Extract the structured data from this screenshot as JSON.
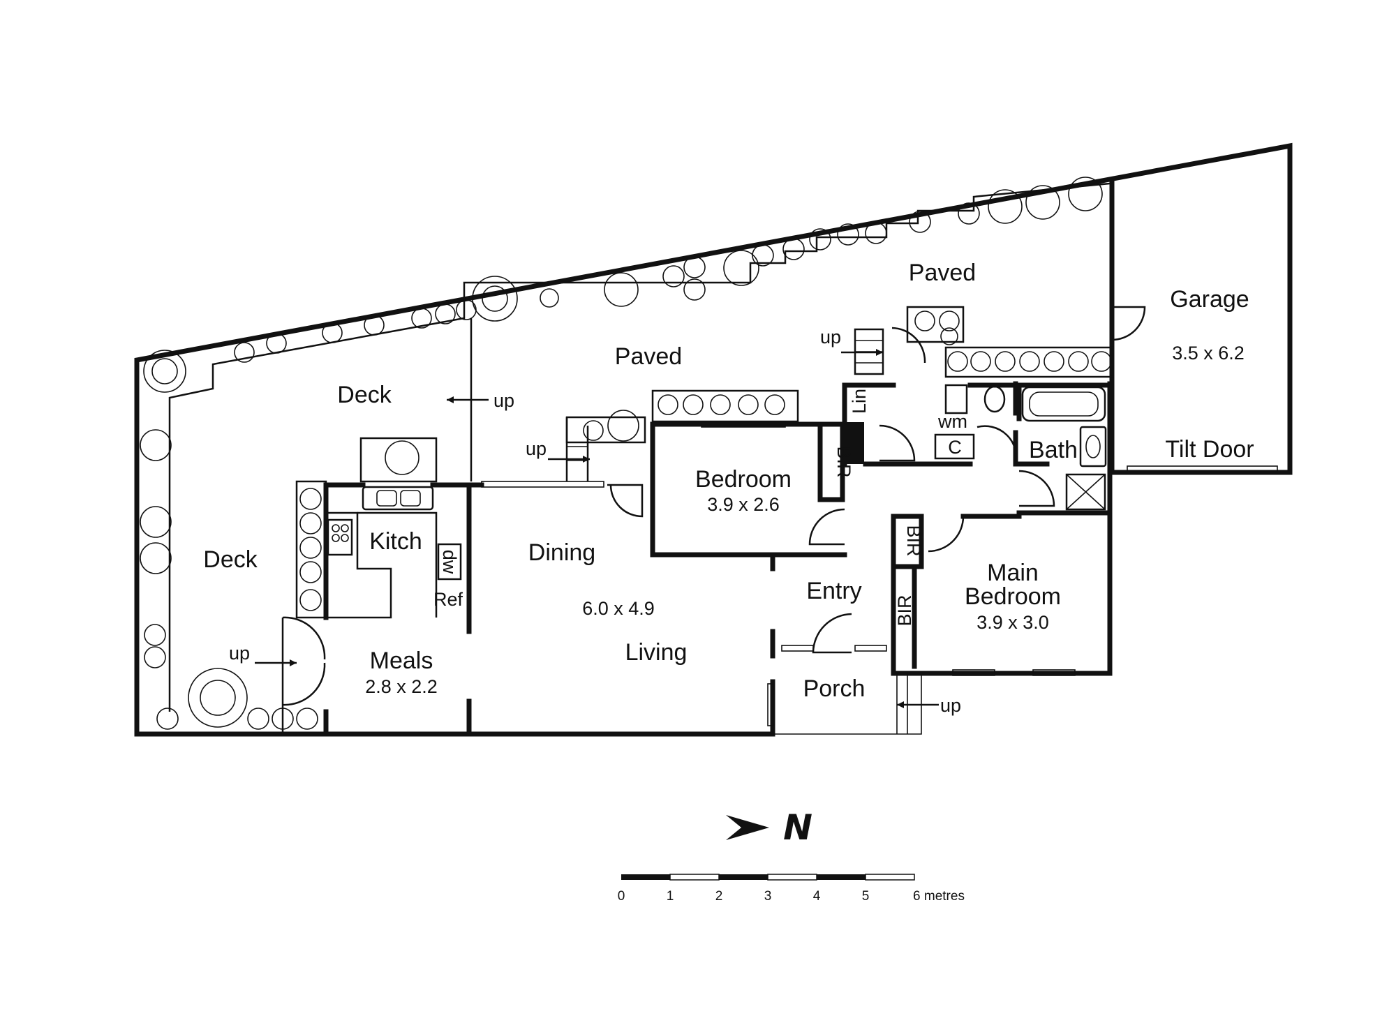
{
  "rooms": {
    "deck_upper": "Deck",
    "deck_lower": "Deck",
    "paved_left": "Paved",
    "paved_right": "Paved",
    "garage": "Garage",
    "garage_dim": "3.5 x 6.2",
    "tilt_door": "Tilt Door",
    "bedroom": "Bedroom",
    "bedroom_dim": "3.9 x 2.6",
    "bir_1": "BIR",
    "bir_2": "BIR",
    "bir_3": "BIR",
    "lin": "Lin",
    "wm": "wm",
    "c": "C",
    "bath": "Bath",
    "kitch": "Kitch",
    "dw": "dw",
    "ref": "Ref",
    "dining": "Dining",
    "living_dim": "6.0 x 4.9",
    "living": "Living",
    "meals": "Meals",
    "meals_dim": "2.8 x 2.2",
    "entry": "Entry",
    "porch": "Porch",
    "main_bedroom_1": "Main",
    "main_bedroom_2": "Bedroom",
    "main_bedroom_dim": "3.9 x 3.0"
  },
  "steps": {
    "up_deck": "up",
    "up_paved": "up",
    "up_dining": "up",
    "up_meals": "up",
    "up_porch": "up"
  },
  "compass": {
    "label": "N"
  },
  "scale": {
    "ticks": [
      "0",
      "1",
      "2",
      "3",
      "4",
      "5",
      "6 metres"
    ]
  }
}
